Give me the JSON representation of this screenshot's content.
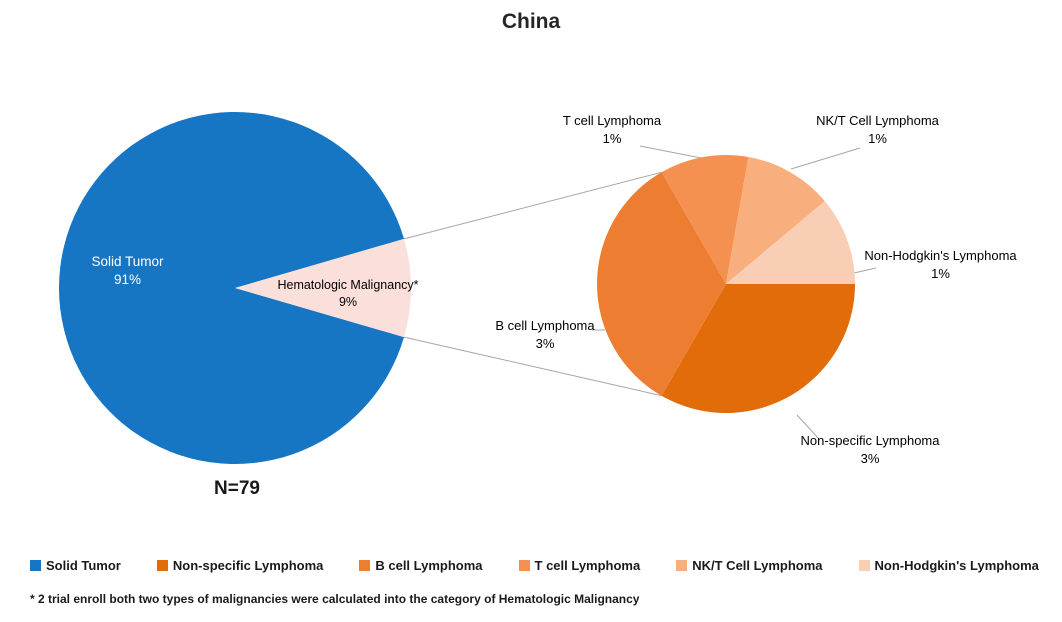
{
  "title": "China",
  "colors": {
    "solid_tumor": "#1776C4",
    "hematologic_malignancy": "#FBDFDB",
    "non_specific_lymphoma": "#E36C0A",
    "b_cell_lymphoma": "#ED7D31",
    "t_cell_lymphoma": "#F59150",
    "nk_t_cell_lymphoma": "#F9AE7E",
    "non_hodgkins_lymphoma": "#FACDB5",
    "connector_line": "#A6A6A6"
  },
  "chart_data": {
    "type": "pie",
    "variant": "pie-of-pie",
    "title": "China",
    "sample_size_label": "N=79",
    "main_pie": {
      "slices": [
        {
          "label": "Solid Tumor",
          "value": 91,
          "pct_label": "91%",
          "color_key": "solid_tumor"
        },
        {
          "label": "Hematologic Malignancy*",
          "value": 9,
          "pct_label": "9%",
          "color_key": "hematologic_malignancy"
        }
      ]
    },
    "secondary_pie": {
      "slices": [
        {
          "label": "T cell Lymphoma",
          "value": 1,
          "pct_label": "1%",
          "color_key": "t_cell_lymphoma"
        },
        {
          "label": "NK/T Cell Lymphoma",
          "value": 1,
          "pct_label": "1%",
          "color_key": "nk_t_cell_lymphoma"
        },
        {
          "label": "Non-Hodgkin's Lymphoma",
          "value": 1,
          "pct_label": "1%",
          "color_key": "non_hodgkins_lymphoma"
        },
        {
          "label": "Non-specific Lymphoma",
          "value": 3,
          "pct_label": "3%",
          "color_key": "non_specific_lymphoma"
        },
        {
          "label": "B cell Lymphoma",
          "value": 3,
          "pct_label": "3%",
          "color_key": "b_cell_lymphoma"
        }
      ]
    },
    "legend": {
      "position": "bottom",
      "items": [
        {
          "label": "Solid Tumor",
          "color_key": "solid_tumor"
        },
        {
          "label": "Non-specific Lymphoma",
          "color_key": "non_specific_lymphoma"
        },
        {
          "label": "B cell Lymphoma",
          "color_key": "b_cell_lymphoma"
        },
        {
          "label": "T cell Lymphoma",
          "color_key": "t_cell_lymphoma"
        },
        {
          "label": "NK/T Cell Lymphoma",
          "color_key": "nk_t_cell_lymphoma"
        },
        {
          "label": "Non-Hodgkin's Lymphoma",
          "color_key": "non_hodgkins_lymphoma"
        }
      ]
    },
    "footnote": "* 2 trial enroll both two types of  malignancies were calculated into the category of Hematologic Malignancy"
  }
}
